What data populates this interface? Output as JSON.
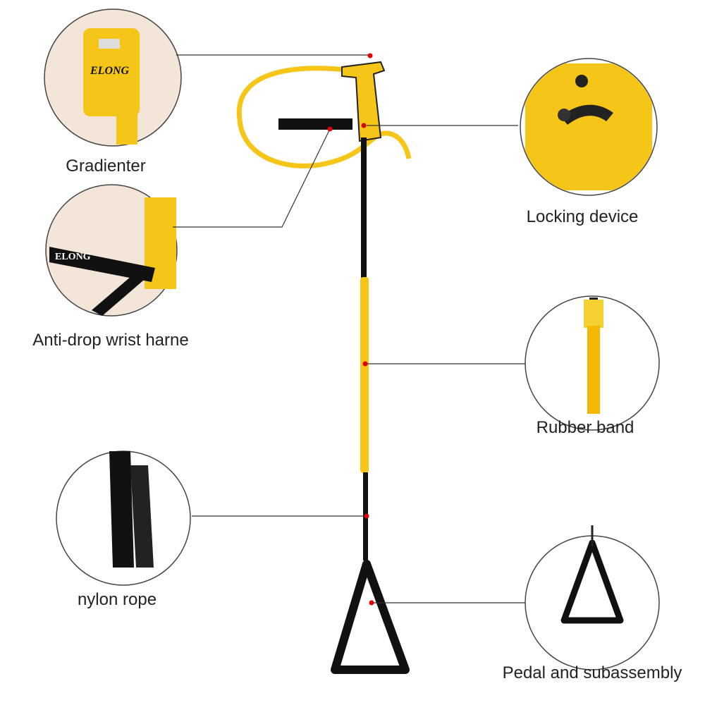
{
  "labels": {
    "gradienter": "Gradienter",
    "locking_device": "Locking device",
    "wrist_harness": "Anti-drop wrist harne",
    "rubber_band": "Rubber band",
    "nylon_rope": "nylon rope",
    "pedal": "Pedal and subassembly"
  },
  "brand": "ELONG",
  "colors": {
    "accent": "#f5c518",
    "strap": "#111111",
    "marker": "#e00000",
    "leader": "#333333",
    "circle": "#444444"
  }
}
